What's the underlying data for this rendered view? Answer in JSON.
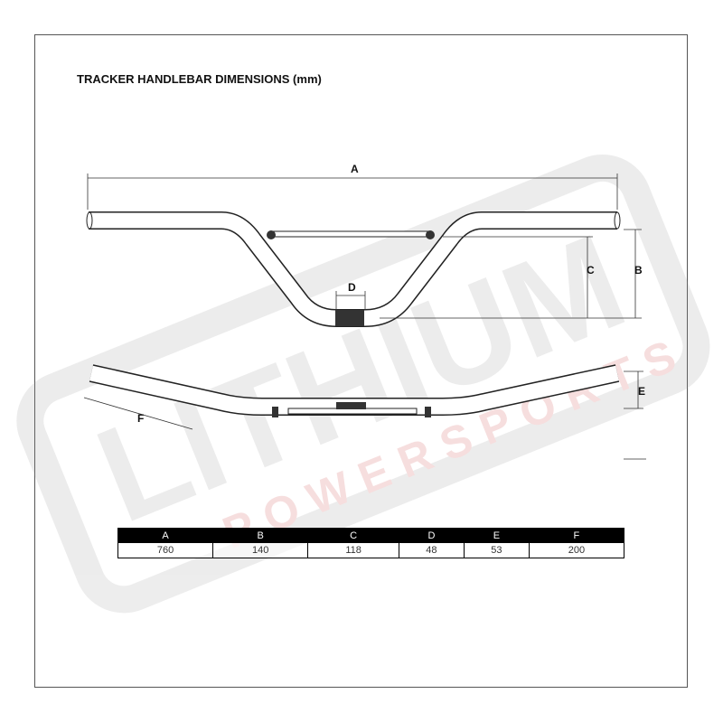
{
  "title": "TRACKER HANDLEBAR DIMENSIONS (mm)",
  "watermark": {
    "brand": "LITHIUM",
    "sub": "POWERSPORTS",
    "color": "#c8c8c8",
    "accent": "#e8a0a0"
  },
  "dimension_labels": {
    "A": "A",
    "B": "B",
    "C": "C",
    "D": "D",
    "E": "E",
    "F": "F"
  },
  "table": {
    "headers": [
      "A",
      "B",
      "C",
      "D",
      "E",
      "F"
    ],
    "values": [
      "760",
      "140",
      "118",
      "48",
      "53",
      "200"
    ]
  }
}
